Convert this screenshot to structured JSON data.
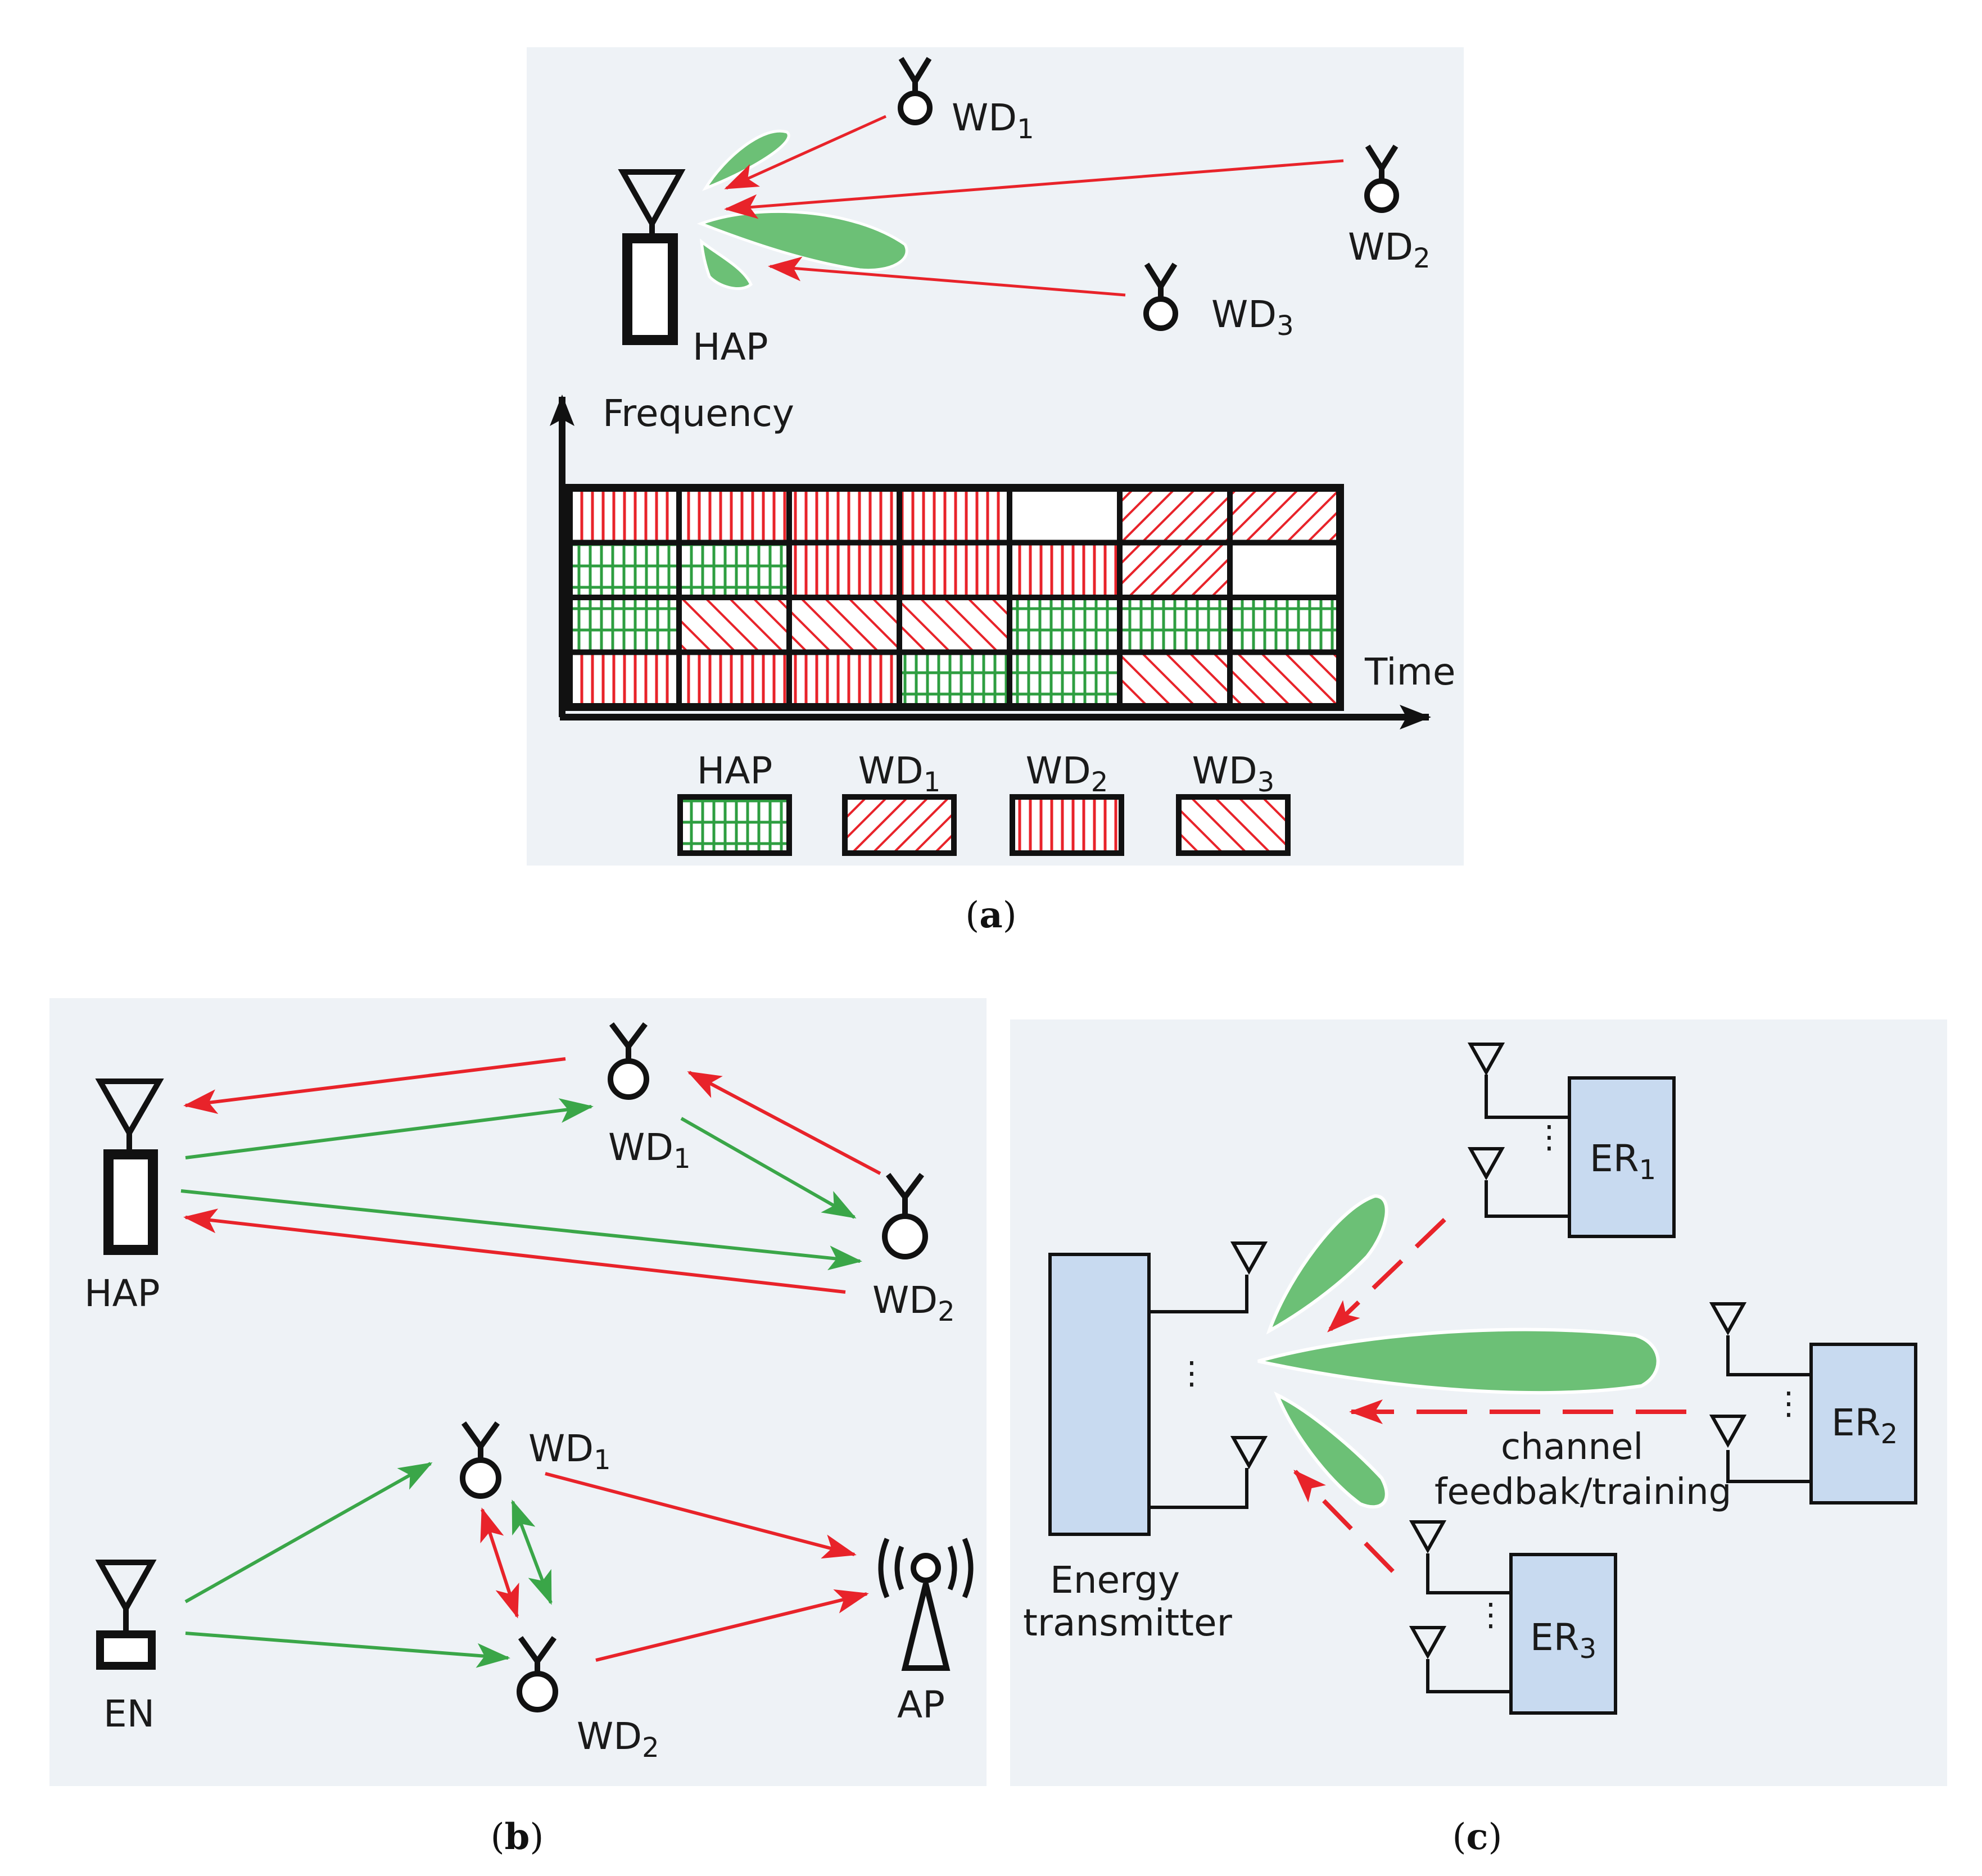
{
  "panel_a": {
    "devices": [
      {
        "name": "WD",
        "sub": "1"
      },
      {
        "name": "WD",
        "sub": "2"
      },
      {
        "name": "WD",
        "sub": "3"
      }
    ],
    "hap_label": "HAP",
    "y_axis_label": "Frequency",
    "x_axis_label": "Time",
    "grid_rows": [
      [
        "wd2",
        "wd2",
        "wd2",
        "wd2",
        "empty",
        "wd1",
        "wd1"
      ],
      [
        "hap",
        "hap",
        "wd2",
        "wd2",
        "wd2",
        "wd1",
        "empty"
      ],
      [
        "hap",
        "wd3",
        "wd3",
        "wd3",
        "hap",
        "hap",
        "hap"
      ],
      [
        "wd2",
        "wd2",
        "wd2",
        "hap",
        "hap",
        "wd3",
        "wd3"
      ]
    ],
    "legend": [
      {
        "key": "hap",
        "name": "HAP",
        "sub": ""
      },
      {
        "key": "wd1",
        "name": "WD",
        "sub": "1"
      },
      {
        "key": "wd2",
        "name": "WD",
        "sub": "2"
      },
      {
        "key": "wd3",
        "name": "WD",
        "sub": "3"
      }
    ],
    "caption": {
      "open": "(",
      "letter": "a",
      "close": ")"
    }
  },
  "panel_b": {
    "top": {
      "hap": "HAP",
      "wd1": {
        "name": "WD",
        "sub": "1"
      },
      "wd2": {
        "name": "WD",
        "sub": "2"
      }
    },
    "bottom": {
      "en": "EN",
      "ap": "AP",
      "wd1": {
        "name": "WD",
        "sub": "1"
      },
      "wd2": {
        "name": "WD",
        "sub": "2"
      }
    },
    "caption": {
      "open": "(",
      "letter": "b",
      "close": ")"
    }
  },
  "panel_c": {
    "transmitter": [
      "Energy",
      "transmitter"
    ],
    "receivers": [
      {
        "name": "ER",
        "sub": "1"
      },
      {
        "name": "ER",
        "sub": "2"
      },
      {
        "name": "ER",
        "sub": "3"
      }
    ],
    "feedback": [
      "channel",
      "feedbak/training"
    ],
    "caption": {
      "open": "(",
      "letter": "c",
      "close": ")"
    }
  },
  "colors": {
    "panel_bg": "#eef2f6",
    "green": "#6cc076",
    "arrow_red": "#e8232a",
    "arrow_green": "#3aa648",
    "box_blue": "#c8daf0"
  }
}
